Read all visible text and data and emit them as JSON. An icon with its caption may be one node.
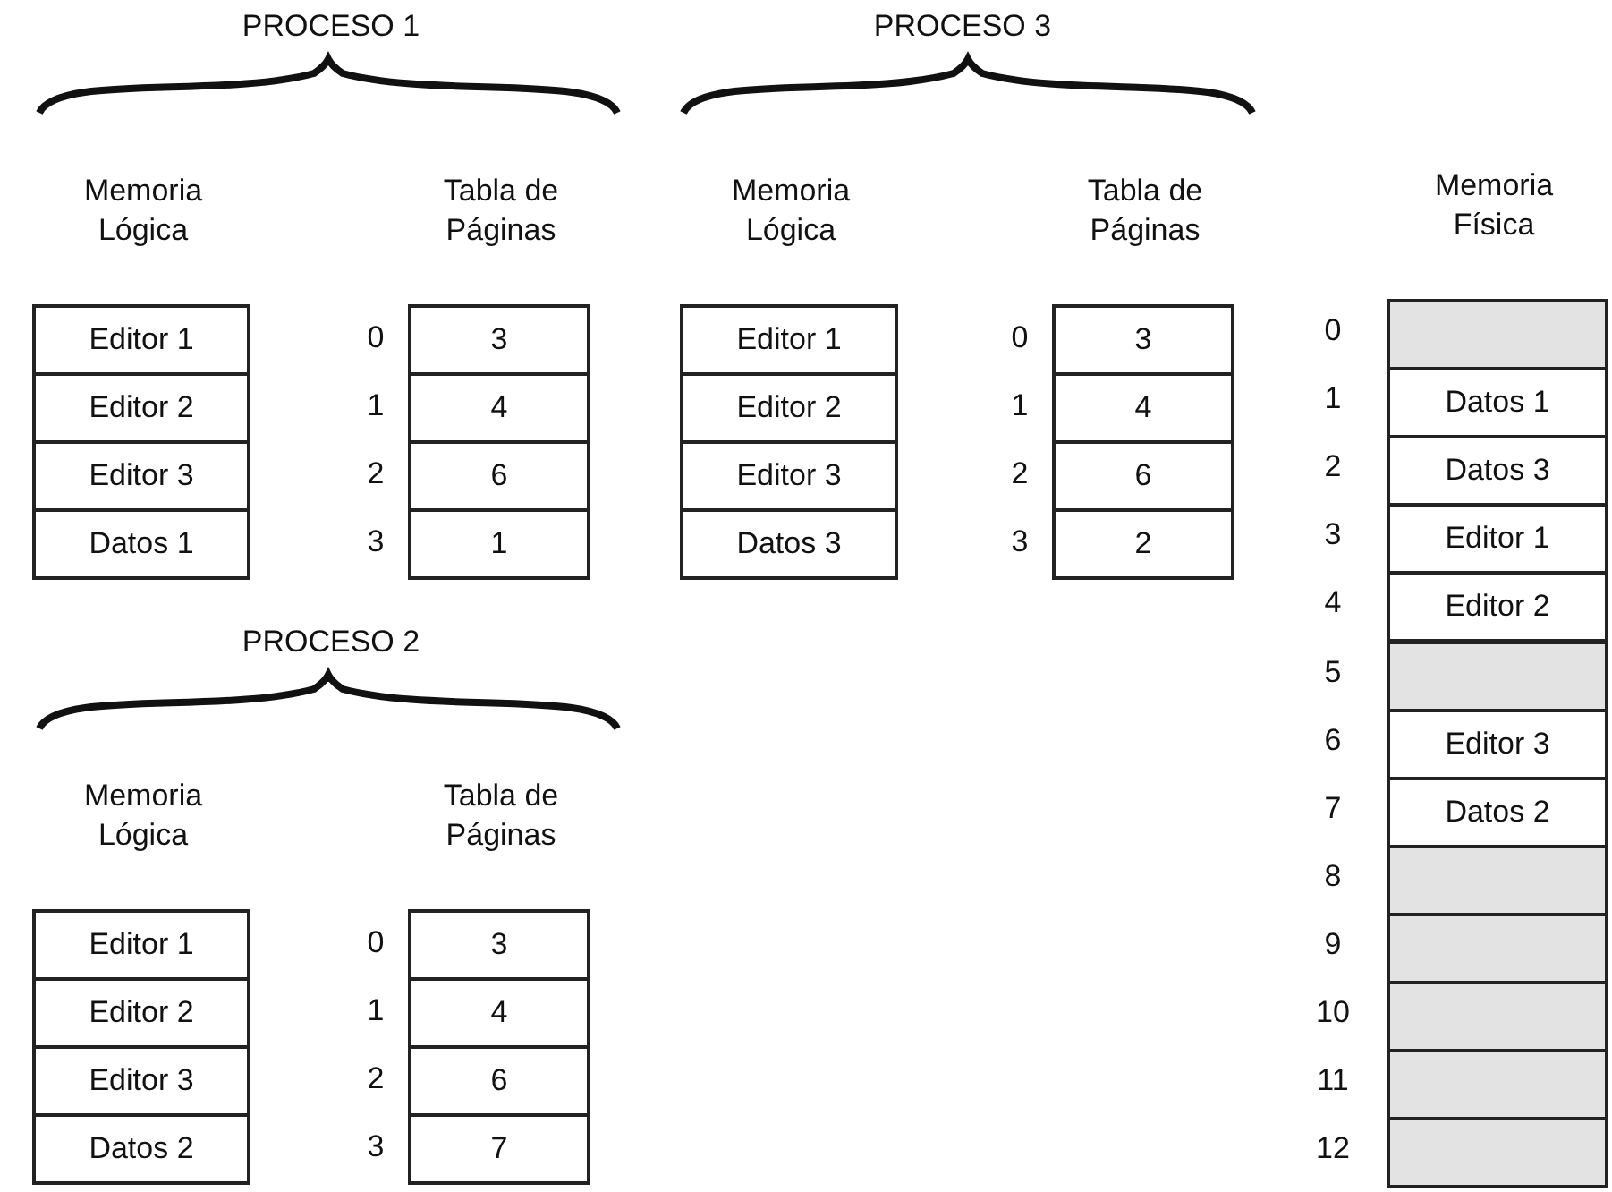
{
  "diagram": {
    "nodes": [
      {
        "text": [
          "Editor 1"
        ]
      },
      {
        "text": [
          "Editor 2"
        ]
      },
      {
        "text": [
          "Editor 3"
        ]
      },
      {
        "text": [
          "Datos 1"
        ]
      },
      {
        "text": [
          "3"
        ]
      },
      {
        "text": [
          "4"
        ]
      },
      {
        "text": [
          "6"
        ]
      },
      {
        "text": [
          "1"
        ]
      },
      {
        "text": [
          "Editor 1"
        ]
      },
      {
        "text": [
          "Editor 2"
        ]
      },
      {
        "text": [
          "Editor 3"
        ]
      },
      {
        "text": [
          "Datos 3"
        ]
      },
      {
        "text": [
          "3"
        ]
      },
      {
        "text": [
          "4"
        ]
      },
      {
        "text": [
          "6"
        ]
      },
      {
        "text": [
          "2"
        ]
      },
      {
        "text": [],
        "shape": "box"
      },
      {
        "text": [
          "Datos 1"
        ]
      },
      {
        "text": [
          "Datos 3"
        ]
      },
      {
        "text": [
          "Editor 1"
        ]
      },
      {
        "text": [
          "Editor 2"
        ]
      },
      {
        "text": [],
        "shape": "box"
      },
      {
        "text": [
          "Editor 3"
        ]
      },
      {
        "text": [
          "Datos 2"
        ]
      },
      {
        "text": [],
        "shape": "box"
      },
      {
        "text": [],
        "shape": "box"
      },
      {
        "text": [],
        "shape": "box"
      },
      {
        "text": [],
        "shape": "box"
      },
      {
        "text": [],
        "shape": "box"
      },
      {
        "text": [
          "Editor 1"
        ]
      },
      {
        "text": [
          "Editor 2"
        ]
      },
      {
        "text": [
          "Editor 3"
        ]
      },
      {
        "text": [
          "Datos 2"
        ]
      },
      {
        "text": [
          "3"
        ]
      },
      {
        "text": [
          "4"
        ]
      },
      {
        "text": [
          "6"
        ]
      },
      {
        "text": [
          "7"
        ]
      }
    ],
    "labels": [
      "PROCESO 1",
      "PROCESO 3",
      "Memoria Lógica",
      "Tabla de Páginas",
      "Memoria Lógica",
      "Tabla de Páginas",
      "Memoria Física",
      "0",
      "1",
      "2",
      "3",
      "0",
      "1",
      "2",
      "3",
      "0",
      "1",
      "2",
      "3",
      "4",
      "5",
      "6",
      "7",
      "8",
      "9",
      "10",
      "11",
      "12",
      "PROCESO 2",
      "Memoria Lógica",
      "Tabla de Páginas",
      "0",
      "1",
      "2",
      "3"
    ]
  }
}
